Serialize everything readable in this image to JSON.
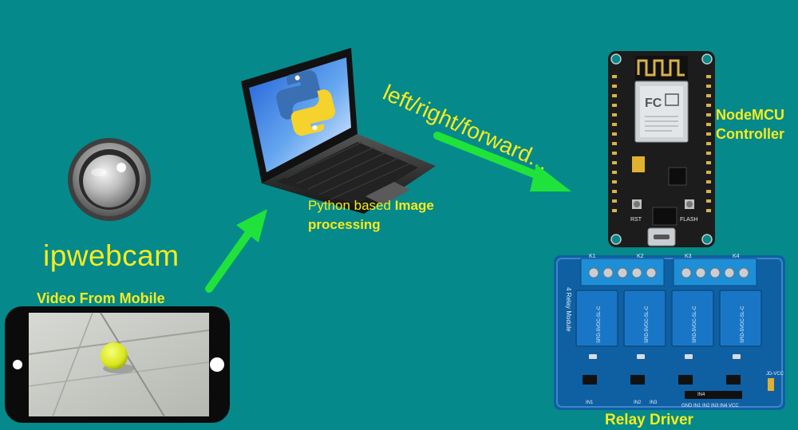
{
  "labels": {
    "ipwebcam": "ipwebcam",
    "video_from_mobile": "Video From Mobile",
    "python_prefix": "Python based",
    "python_bold_1": "Image",
    "python_bold_2": "processing",
    "commands": "left/right/forward...",
    "nodemcu_line1": "NodeMCU",
    "nodemcu_line2": "Controller",
    "relay_driver": "Relay Driver"
  },
  "module_print": {
    "esp_brand": "FC",
    "pin_rst": "RST",
    "pin_flash": "FLASH",
    "relay_model": "SRD-5VDC-SL-C",
    "relay_side": "4 Relay Module",
    "relays": [
      "K1",
      "K2",
      "K3",
      "K4"
    ],
    "inputs": [
      "IN1",
      "IN2",
      "IN3",
      "IN4"
    ],
    "header": "GND IN1 IN2 IN3 IN4 VCC",
    "jd_vcc": "JD-VCC"
  },
  "colors": {
    "background": "#06898a",
    "label": "#f5ec1e",
    "arrow": "#1fe33a",
    "pcb_blue": "#0f5fa3",
    "pcb_black": "#1c1c1c"
  },
  "icons": {
    "camera": "webcam-lens-icon",
    "python": "python-logo-icon"
  }
}
